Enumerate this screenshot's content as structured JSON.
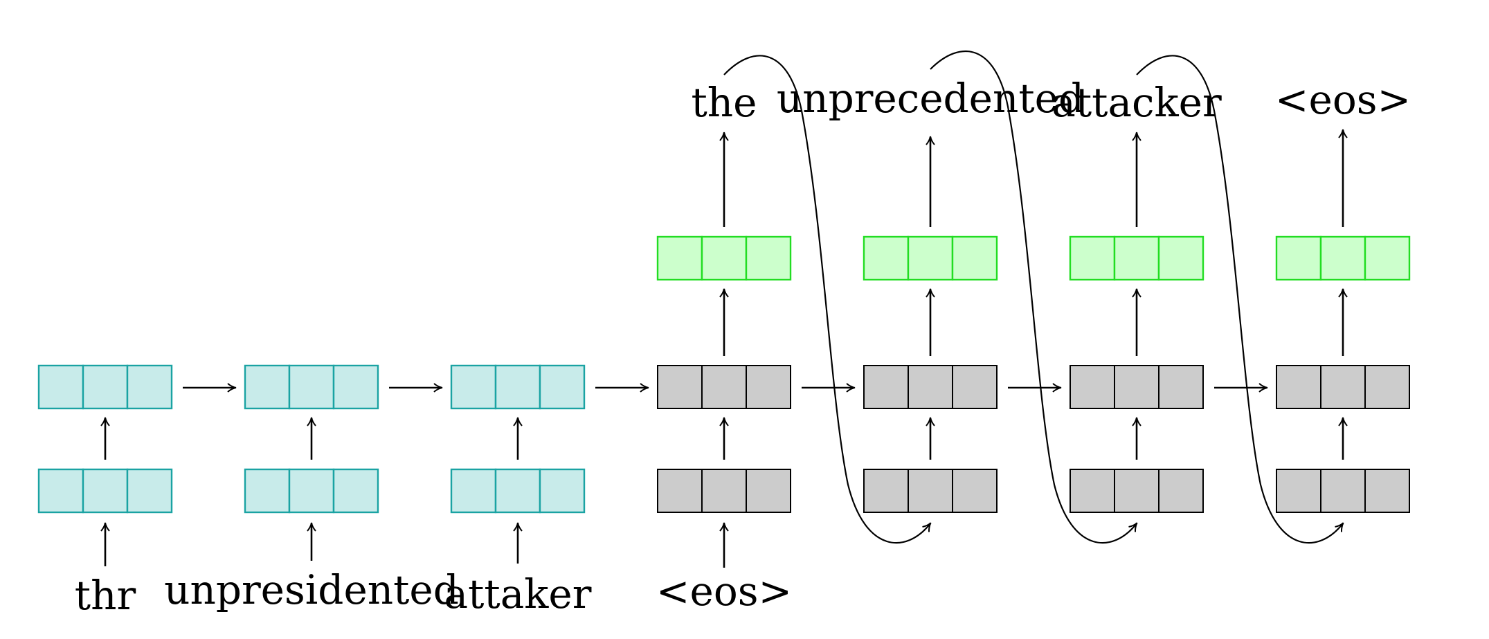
{
  "encoder": {
    "inputs": [
      "thr",
      "unpresidented",
      "attaker"
    ]
  },
  "decoder": {
    "inputs": [
      "<eos>"
    ],
    "outputs": [
      "the",
      "unprecedented",
      "attacker",
      "<eos>"
    ]
  },
  "colors": {
    "encoder_fill": "#c8ebea",
    "encoder_stroke": "#1aa3a3",
    "decoder_fill": "#cccccc",
    "decoder_stroke": "#000000",
    "output_fill": "#ccffcc",
    "output_stroke": "#22dd22"
  }
}
